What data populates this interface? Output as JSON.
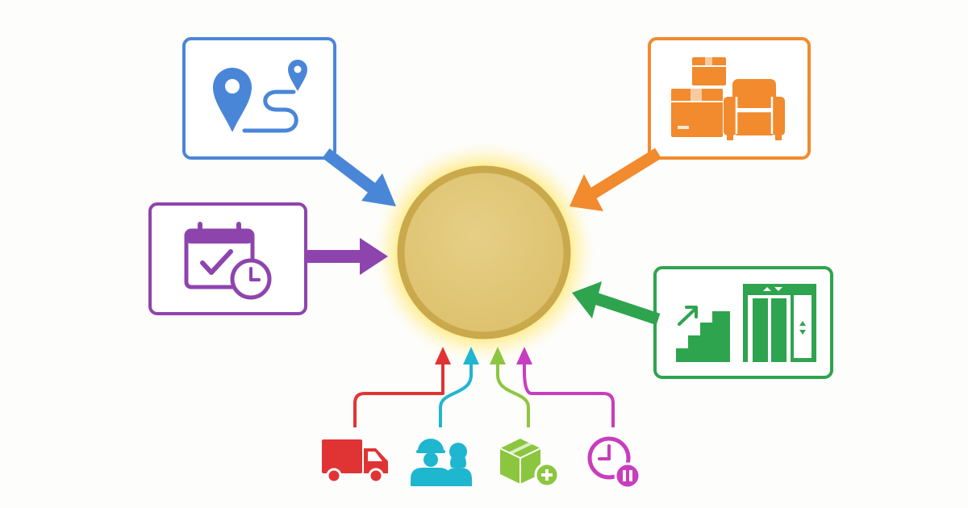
{
  "colors": {
    "background": "#fdfdfc",
    "center_fill": "#e0c677",
    "center_ring": "#c9a94c",
    "center_glow": "#ffe45a",
    "route_blue": "#4a86d8",
    "furniture_orange": "#f28a2e",
    "schedule_purple": "#8e44ad",
    "access_green": "#2ea44f",
    "truck_red": "#e03434",
    "crew_teal": "#1fb6cf",
    "package_lime": "#8cc63f",
    "wait_magenta": "#c83dbd"
  },
  "hub": {
    "label": "",
    "icon": "central-hub"
  },
  "factors": [
    {
      "id": "distance",
      "icon": "route-map-pin-icon"
    },
    {
      "id": "schedule",
      "icon": "calendar-clock-icon"
    },
    {
      "id": "volume",
      "icon": "boxes-armchair-icon"
    },
    {
      "id": "access",
      "icon": "stairs-elevator-icon"
    }
  ],
  "inputs": [
    {
      "id": "vehicle",
      "icon": "truck-icon"
    },
    {
      "id": "crew",
      "icon": "workers-icon"
    },
    {
      "id": "extra-items",
      "icon": "package-plus-icon"
    },
    {
      "id": "waiting-time",
      "icon": "clock-pause-icon"
    }
  ]
}
